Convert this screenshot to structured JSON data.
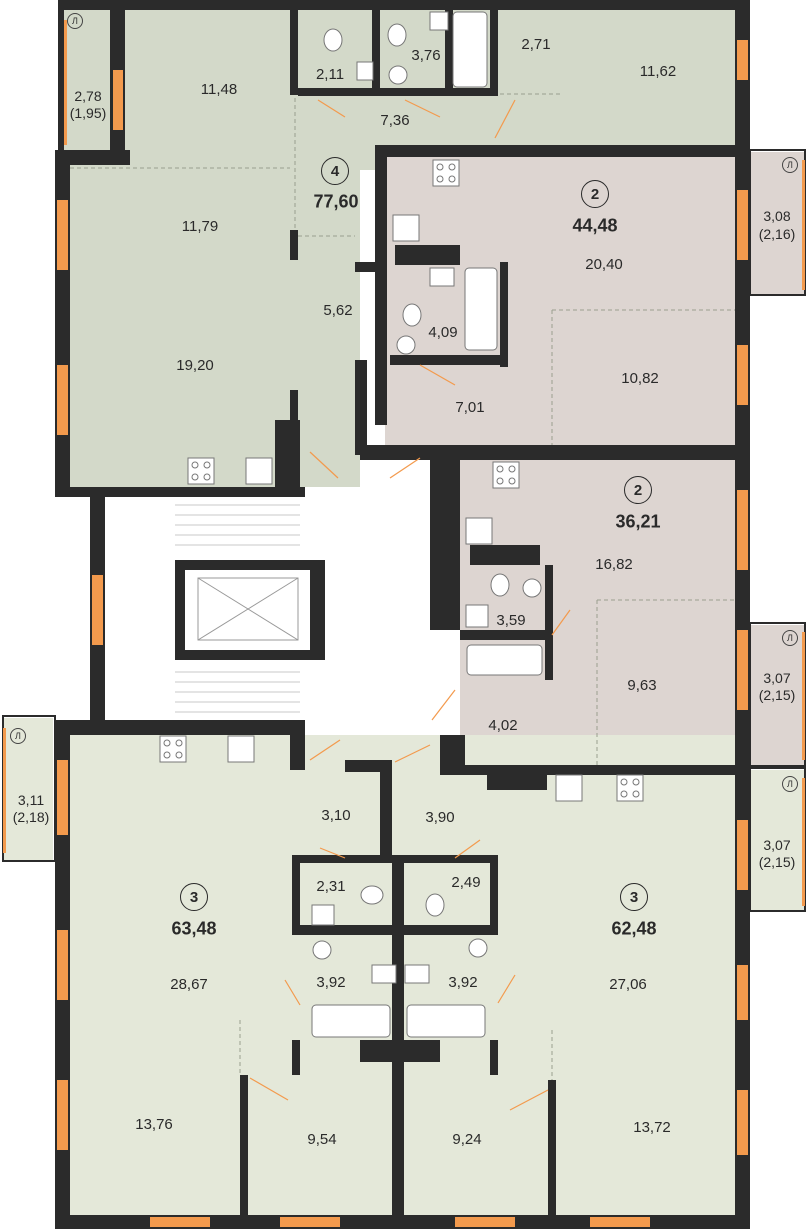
{
  "colors": {
    "apt4": "#d3d9c9",
    "apt2": "#ddd5d1",
    "apt3": "#e4e8d9",
    "wall": "#2b2b2b",
    "window": "#f39a4d"
  },
  "loggia_mark": "Л",
  "apartments": [
    {
      "id": "apt4",
      "rooms": "4",
      "total": "77,60"
    },
    {
      "id": "apt2a",
      "rooms": "2",
      "total": "44,48"
    },
    {
      "id": "apt2b",
      "rooms": "2",
      "total": "36,21"
    },
    {
      "id": "apt3a",
      "rooms": "3",
      "total": "63,48"
    },
    {
      "id": "apt3b",
      "rooms": "3",
      "total": "62,48"
    }
  ],
  "rooms": {
    "r1148": "11,48",
    "r211": "2,11",
    "r376": "3,76",
    "r271": "2,71",
    "r1162": "11,62",
    "r736": "7,36",
    "r1179": "11,79",
    "r562": "5,62",
    "r1920": "19,20",
    "r2040": "20,40",
    "r409": "4,09",
    "r1082": "10,82",
    "r701": "7,01",
    "r1682": "16,82",
    "r359": "3,59",
    "r963": "9,63",
    "r402": "4,02",
    "r310": "3,10",
    "r390": "3,90",
    "r231": "2,31",
    "r249": "2,49",
    "r2867": "28,67",
    "r392a": "3,92",
    "r392b": "3,92",
    "r2706": "27,06",
    "r1376": "13,76",
    "r954": "9,54",
    "r924": "9,24",
    "r1372": "13,72"
  },
  "loggias": {
    "l1": {
      "area": "2,78",
      "sub": "(1,95)"
    },
    "l2": {
      "area": "3,08",
      "sub": "(2,16)"
    },
    "l3": {
      "area": "3,07",
      "sub": "(2,15)"
    },
    "l4": {
      "area": "3,11",
      "sub": "(2,18)"
    },
    "l5": {
      "area": "3,07",
      "sub": "(2,15)"
    }
  }
}
